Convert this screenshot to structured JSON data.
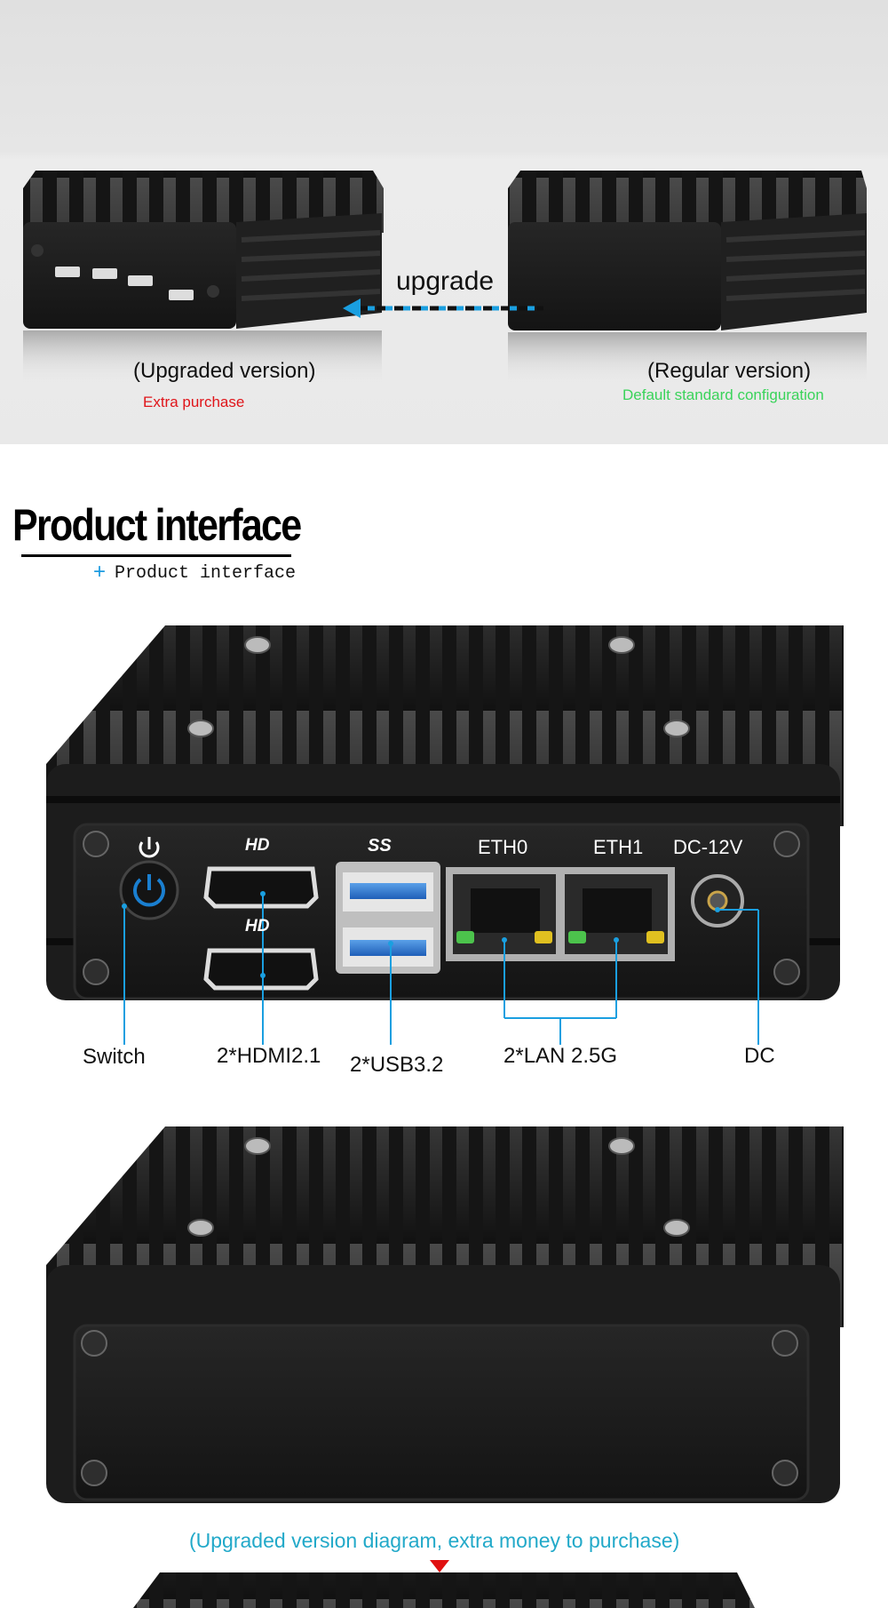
{
  "comparison": {
    "arrow_label": "upgrade",
    "upgraded": {
      "title": "(Upgraded version)",
      "note": "Extra purchase",
      "note_color": "#e0151a"
    },
    "regular": {
      "title": "(Regular version)",
      "note": "Default standard configuration",
      "note_color": "#3ad35a"
    }
  },
  "section": {
    "title": "Product interface",
    "subtitle": "Product interface",
    "subtitle_marker": "+"
  },
  "panel_labels": {
    "eth0": "ETH0",
    "eth1": "ETH1",
    "dc": "DC-12V",
    "hd_logo": "HD",
    "usb_logo": "SS"
  },
  "ports": {
    "switch": "Switch",
    "hdmi": "2*HDMI2.1",
    "usb": "2*USB3.2",
    "lan": "2*LAN 2.5G",
    "dc": "DC"
  },
  "bottom_caption": "(Upgraded version diagram, extra money to purchase)",
  "colors": {
    "callout_blue": "#1a9fe0",
    "caption_cyan": "#22a9c9",
    "pointer_red": "#e01010",
    "chassis": "#1a1a1a"
  }
}
